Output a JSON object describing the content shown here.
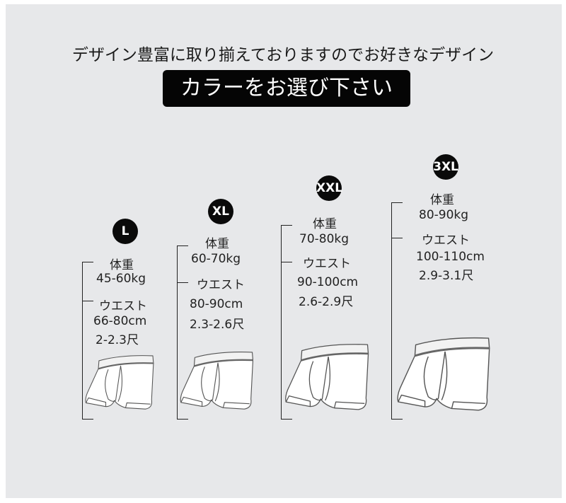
{
  "headline": "デザイン豊富に取り揃えておりますのでお好きなデザイン",
  "banner": "カラーをお選び下さい",
  "sizes": [
    {
      "size": "L",
      "weight_label": "体重",
      "weight": "45-60kg",
      "waist_label": "ウエスト",
      "waist_cm": "66-80cm",
      "waist_shaku": "2-2.3尺"
    },
    {
      "size": "XL",
      "weight_label": "体重",
      "weight": "60-70kg",
      "waist_label": "ウエスト",
      "waist_cm": "80-90cm",
      "waist_shaku": "2.3-2.6尺"
    },
    {
      "size": "XXL",
      "weight_label": "体重",
      "weight": "70-80kg",
      "waist_label": "ウエスト",
      "waist_cm": "90-100cm",
      "waist_shaku": "2.6-2.9尺"
    },
    {
      "size": "3XL",
      "weight_label": "体重",
      "weight": "80-90kg",
      "waist_label": "ウエスト",
      "waist_cm": "100-110cm",
      "waist_shaku": "2.9-3.1尺"
    }
  ]
}
